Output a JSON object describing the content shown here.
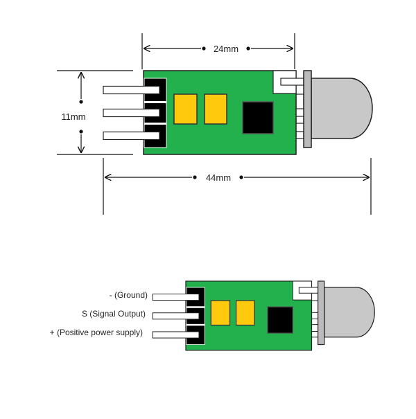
{
  "dimensions": {
    "width_label": "24mm",
    "height_label": "11mm",
    "length_label": "44mm"
  },
  "pin_labels": [
    "- (Ground)",
    "S (Signal Output)",
    "+ (Positive power supply)"
  ],
  "colors": {
    "pcb": "#22b14c",
    "pad": "#ffc90e",
    "chip": "#000000",
    "lens": "#c8c8c8"
  }
}
